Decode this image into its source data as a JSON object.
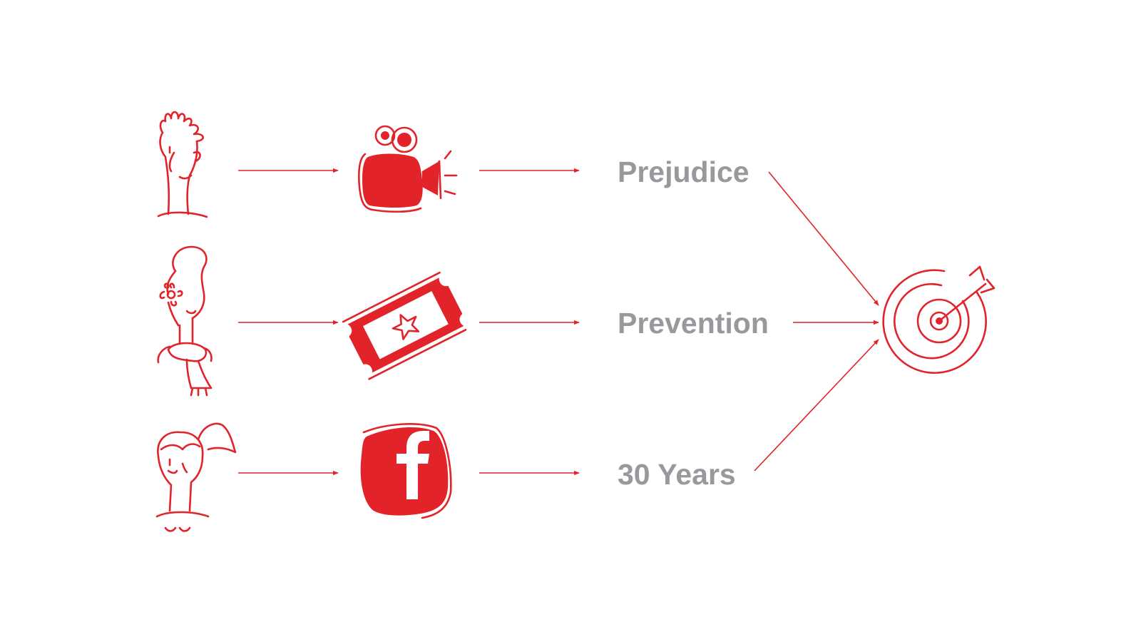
{
  "diagram": {
    "labels": [
      "Prejudice",
      "Prevention",
      "30 Years"
    ],
    "people_icons": [
      "man-with-spiky-hair-icon",
      "woman-with-flower-and-scarf-icon",
      "girl-with-ponytail-icon"
    ],
    "media_icons": [
      "video-camera-icon",
      "movie-ticket-icon",
      "facebook-logo-icon"
    ],
    "goal_icon": "target-with-arrow-icon"
  },
  "colors": {
    "accent": "#e2232a",
    "label": "#97999c",
    "background": "#ffffff"
  }
}
